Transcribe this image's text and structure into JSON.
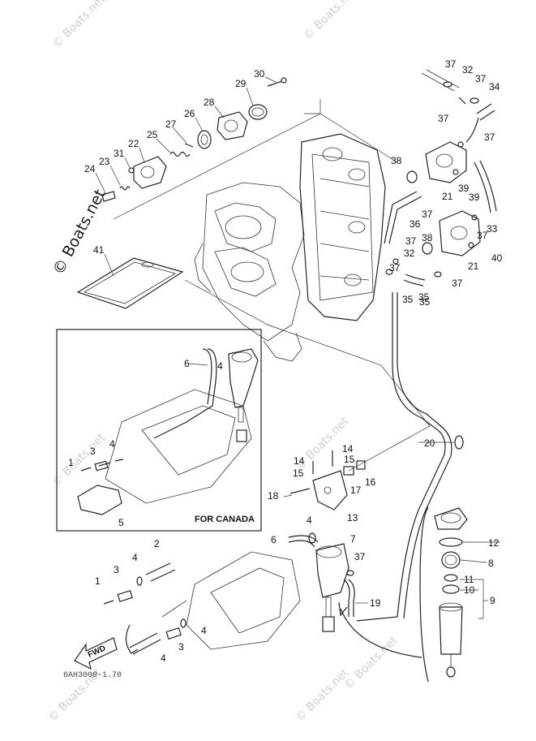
{
  "diagram": {
    "watermark_text": "© Boats.net",
    "canada_label": "FOR CANADA",
    "drawing_code": "6AH3000-1.70",
    "fwd_label": "FWD",
    "callouts": [
      "1",
      "2",
      "3",
      "4",
      "5",
      "6",
      "7",
      "8",
      "9",
      "10",
      "11",
      "12",
      "13",
      "14",
      "15",
      "16",
      "17",
      "18",
      "19",
      "20",
      "21",
      "22",
      "23",
      "24",
      "25",
      "26",
      "27",
      "28",
      "29",
      "30",
      "31",
      "32",
      "33",
      "34",
      "35",
      "36",
      "37",
      "38",
      "39",
      "40",
      "41"
    ]
  }
}
